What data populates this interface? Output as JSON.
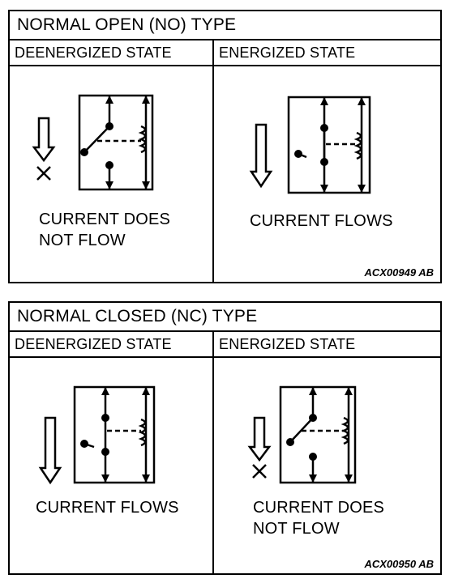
{
  "no_type": {
    "title": "NORMAL OPEN (NO) TYPE",
    "deenergized_header": "DEENERGIZED STATE",
    "energized_header": "ENERGIZED STATE",
    "deenergized_caption": [
      "CURRENT DOES",
      "NOT FLOW"
    ],
    "energized_caption": "CURRENT FLOWS",
    "code": "ACX00949 AB"
  },
  "nc_type": {
    "title": "NORMAL CLOSED (NC) TYPE",
    "deenergized_header": "DEENERGIZED STATE",
    "energized_header": "ENERGIZED STATE",
    "deenergized_caption": "CURRENT FLOWS",
    "energized_caption": [
      "CURRENT DOES",
      "NOT FLOW"
    ],
    "code": "ACX00950 AB"
  }
}
